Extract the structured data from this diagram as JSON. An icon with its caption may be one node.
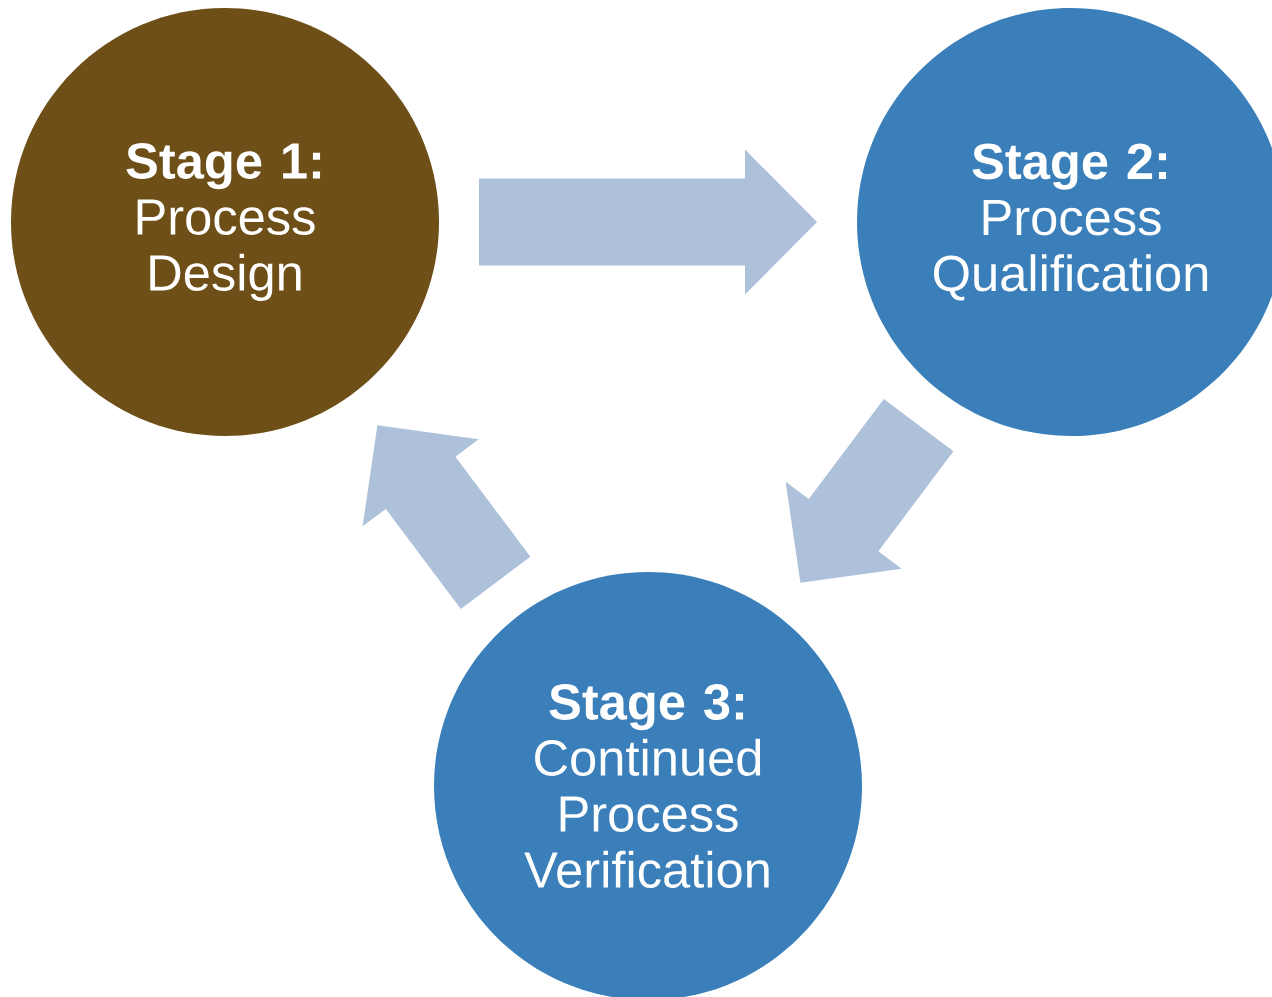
{
  "diagram": {
    "nodes": [
      {
        "text": [
          "Stage 1:",
          "Process Design"
        ]
      },
      {
        "text": [
          "Stage 2:",
          "Process Qualification"
        ]
      },
      {
        "text": [
          "Stage 3:",
          "Continued Process Verification"
        ]
      }
    ],
    "edges": [
      {
        "from": 0,
        "to": 1,
        "arrow": "to"
      },
      {
        "from": 1,
        "to": 2,
        "arrow": "to"
      },
      {
        "from": 2,
        "to": 0,
        "arrow": "to"
      }
    ]
  }
}
